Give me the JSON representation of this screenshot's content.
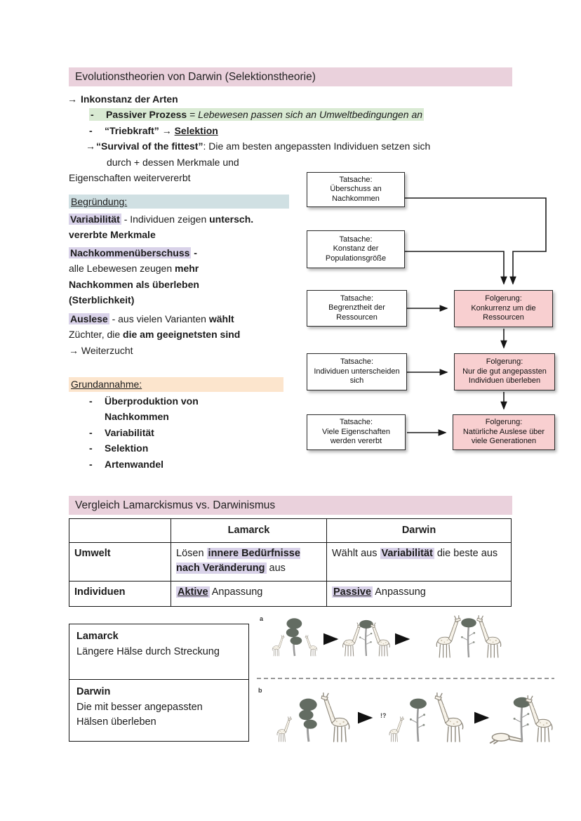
{
  "ui": {
    "dash": "-",
    "arrow": "→",
    "arrow_sp": "→ "
  },
  "header1": {
    "text": "Evolutionstheorien von Darwin (Selektionstheorie)"
  },
  "intro": {
    "l1_arrow": "→ ",
    "l1": "Inkonstanz der Arten",
    "l2_b": "Passiver Prozess",
    "l2_eq": " = ",
    "l2_i": "Lebewesen passen sich an Umweltbedingungen an",
    "l3_b": "“Triebkraft”",
    "l3_arrow": " → ",
    "l3_u": "Selektion",
    "l4_arrow": "→ ",
    "l4_b": "“Survival of the fittest”",
    "l4_rest": ": Die am besten angepassten Individuen setzen sich",
    "l5": "durch + dessen Merkmale und",
    "l6": "Eigenschaften weitervererbt"
  },
  "begruendung": {
    "heading": "Begründung:",
    "p1": {
      "hl": "Variabilität",
      "mid": " - Individuen zeigen ",
      "b": "untersch.",
      "line2": "vererbte Merkmale"
    },
    "p2": {
      "hl": "Nachkommenüberschuss",
      "dash": " -",
      "l2a": "alle Lebewesen zeugen ",
      "l2b": "mehr",
      "l3": "Nachkommen als überleben",
      "l4": "(Sterblichkeit)"
    },
    "p3": {
      "hl": "Auslese",
      "mid": " - aus vielen Varianten ",
      "b": "wählt",
      "l2a": "Züchter, die ",
      "l2b": "die am geeignetsten sind",
      "l3": "→ Weiterzucht"
    }
  },
  "grundannahme": {
    "heading": "Grundannahme:",
    "items": [
      "Überproduktion von Nachkommen",
      "Variabilität",
      "Selektion",
      "Artenwandel"
    ]
  },
  "flowchart": {
    "boxes": [
      {
        "title": "Tatsache:",
        "body": "Überschuss an Nachkommen"
      },
      {
        "title": "Tatsache:",
        "body": "Konstanz der Populationsgröße"
      },
      {
        "title": "Tatsache:",
        "body": "Begrenztheit der Ressourcen"
      },
      {
        "title": "Folgerung:",
        "body": "Konkurrenz um die Ressourcen"
      },
      {
        "title": "Tatsache:",
        "body": "Individuen unterscheiden sich"
      },
      {
        "title": "Folgerung:",
        "body": "Nur die gut angepassten Individuen überleben"
      },
      {
        "title": "Tatsache:",
        "body": "Viele Eigenschaften werden vererbt"
      },
      {
        "title": "Folgerung:",
        "body": "Natürliche Auslese über viele Generationen"
      }
    ]
  },
  "header2": {
    "text": "Vergleich Lamarckismus vs. Darwinismus"
  },
  "table": {
    "col2": "Lamarck",
    "col3": "Darwin",
    "row1_label": "Umwelt",
    "row1_lamarck": {
      "pre": "Lösen ",
      "hl": "innere Bedürfnisse nach Veränderung",
      "post": " aus"
    },
    "row1_darwin": {
      "pre": "Wählt aus ",
      "hl": "Variabilität",
      "post": " die beste aus"
    },
    "row2_label": "Individuen",
    "row2_lamarck": {
      "hl": "Aktive",
      "post": " Anpassung"
    },
    "row2_darwin": {
      "hl": "Passive",
      "post": " Anpassung"
    }
  },
  "notebox": {
    "lamarck_title": "Lamarck",
    "lamarck_text": "Längere Hälse durch Streckung",
    "darwin_title": "Darwin",
    "darwin_line1": "Die mit besser angepassten",
    "darwin_line2": "Hälsen überleben"
  },
  "figure": {
    "label_a": "a",
    "label_b": "b",
    "exclaim": "!?"
  },
  "colors": {
    "banner_pink": "#ead1dc",
    "hl_green": "#d9ead3",
    "hl_cyan": "#d0e0e3",
    "hl_purple": "#d9d2e9",
    "hl_orange": "#fce5cd",
    "flow_pink": "#f8cfd0"
  }
}
